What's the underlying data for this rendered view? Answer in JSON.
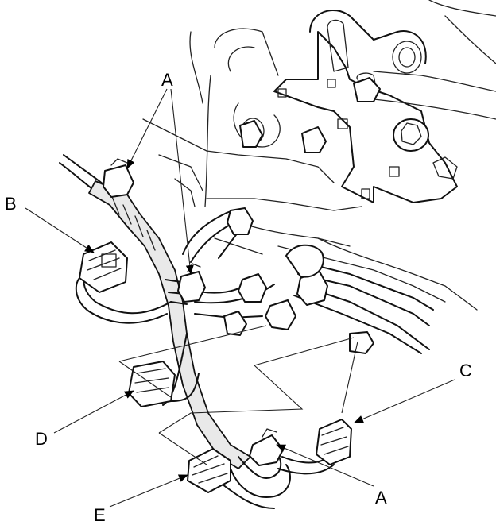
{
  "callouts": {
    "a_top": "A",
    "a_bottom": "A",
    "b": "B",
    "c": "C",
    "d": "D",
    "e": "E"
  },
  "icons": {
    "arrowhead": "filled-triangle-arrow"
  }
}
